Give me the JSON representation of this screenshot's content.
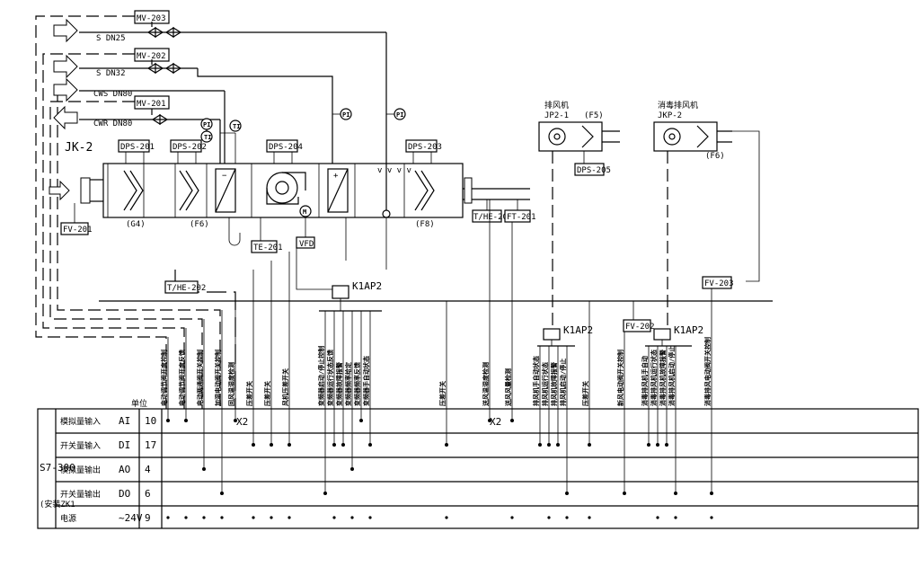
{
  "title": "JK-2",
  "valves": {
    "mv203": "MV-203",
    "mv202": "MV-202",
    "mv201": "MV-201"
  },
  "pipes": {
    "s_dn25": "S DN25",
    "s_dn32": "S DN32",
    "cws_dn80": "CWS DN80",
    "cwr_dn80": "CWR DN80"
  },
  "sensors": {
    "pi": "PI",
    "ti": "TI",
    "m": "M"
  },
  "devices": {
    "dps201": "DPS-201",
    "dps202": "DPS-202",
    "dps204": "DPS-204",
    "dps203": "DPS-203",
    "dps205": "DPS-205",
    "te201": "TE-201",
    "vfd": "VFD",
    "the201": "T/HE-201",
    "ft201": "FT-201",
    "the202": "T/HE-202",
    "fv201": "FV-201",
    "fv202": "FV-202",
    "fv203": "FV-203",
    "k1ap2": "K1AP2"
  },
  "filters": {
    "g4": "(G4)",
    "f6": "(F6)",
    "f8": "(F8)"
  },
  "exhaust": {
    "fan1_title": "排风机",
    "fan1_code": "JP2-1",
    "fan1_filter": "(F5)",
    "fan2_title": "消毒排风机",
    "fan2_code": "JKP-2",
    "fan2_filter": "(F6)"
  },
  "plc": {
    "name": "S7-300",
    "sub": "(安装ZK1",
    "unit_header": "单位",
    "x2": "X2",
    "rows": [
      {
        "label": "模拟量输入",
        "code": "AI",
        "count": "10"
      },
      {
        "label": "开关量输入",
        "code": "DI",
        "count": "17"
      },
      {
        "label": "模拟量输出",
        "code": "AO",
        "count": "4"
      },
      {
        "label": "开关量输出",
        "code": "DO",
        "count": "6"
      },
      {
        "label": "电源",
        "code": "~24V",
        "count": "9"
      }
    ]
  },
  "signals": [
    "电动调节阀开度控制",
    "电动调节阀开度反馈",
    "电动两通阀开关控制",
    "加湿电动阀开关控制",
    "回风温湿度检测",
    "压差开关",
    "压差开关",
    "风机压差开关",
    "变频器启动/停止控制",
    "变频器运行状态反馈",
    "变频器故障报警",
    "变频器频率给定",
    "变频器频率反馈",
    "变频器手自动状态",
    "压差开关",
    "送风温湿度检测",
    "送风风量检测",
    "排风机手自动状态",
    "排风机运行状态",
    "排风机故障报警",
    "排风机启动/停止",
    "压差开关",
    "新风电动阀开关控制",
    "消毒排风机手自动",
    "消毒排风机运行状态",
    "消毒排风机故障报警",
    "消毒排风机启动/停止",
    "消毒排风电动阀开关控制"
  ]
}
